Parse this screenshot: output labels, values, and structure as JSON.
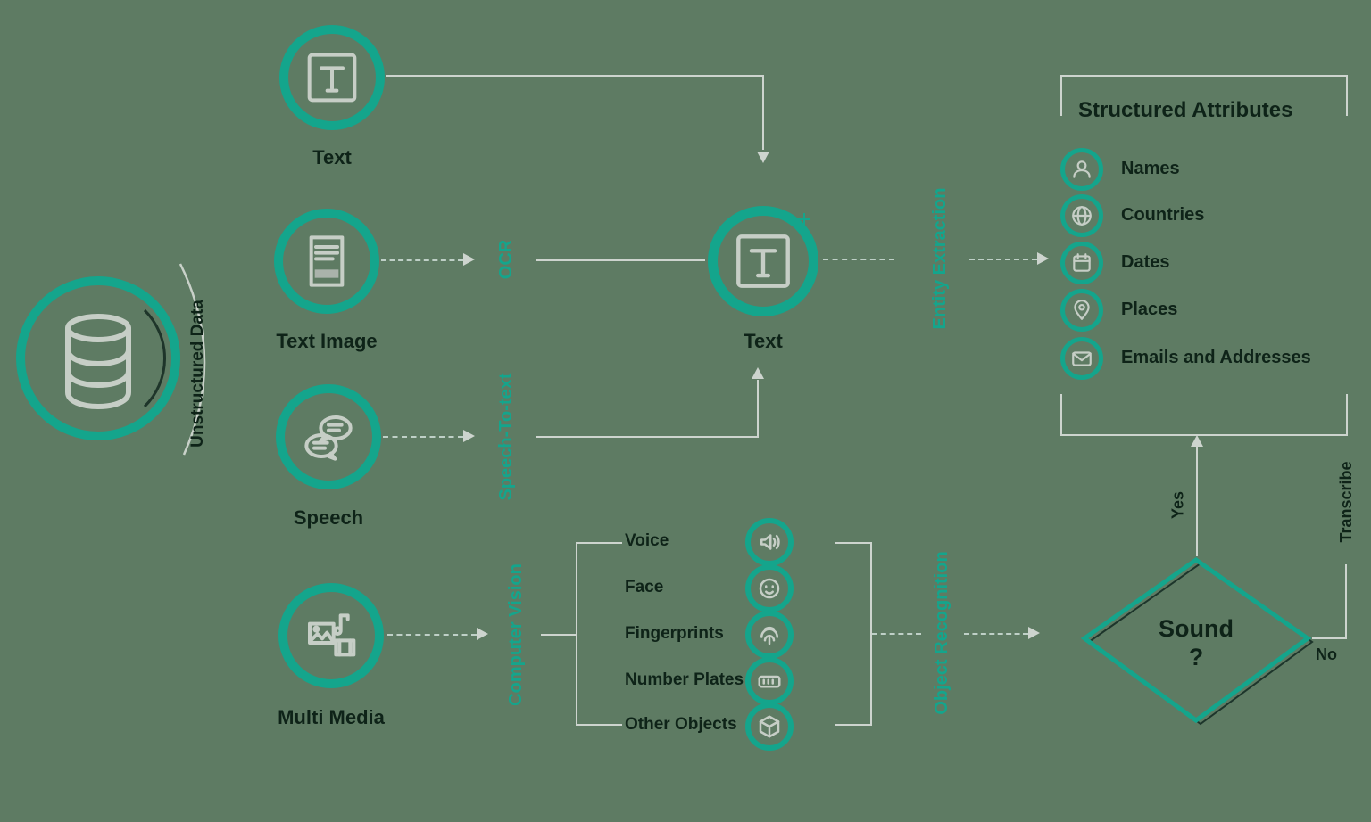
{
  "colors": {
    "background": "#5e7b63",
    "accent_teal": "#14a58c",
    "text_dark": "#0e2318",
    "line_gray": "#cdd4ce",
    "glyph_gray": "#c6cec6"
  },
  "source": {
    "label": "Unstructured Data",
    "icon": "database-icon"
  },
  "inputs": [
    {
      "label": "Text",
      "icon": "text-icon"
    },
    {
      "label": "Text Image",
      "icon": "text-image-icon"
    },
    {
      "label": "Speech",
      "icon": "speech-icon"
    },
    {
      "label": "Multi Media",
      "icon": "multimedia-icon"
    }
  ],
  "processes": {
    "ocr": "OCR",
    "speech_to_text": "Speech-To-text",
    "computer_vision": "Computer Vision",
    "entity_extraction": "Entity Extraction",
    "object_recognition": "Object Recognition"
  },
  "text_node": {
    "label": "Text",
    "icon": "text-icon"
  },
  "attributes_panel": {
    "title": "Structured Attributes",
    "items": [
      {
        "label": "Names",
        "icon": "person-icon"
      },
      {
        "label": "Countries",
        "icon": "globe-icon"
      },
      {
        "label": "Dates",
        "icon": "calendar-icon"
      },
      {
        "label": "Places",
        "icon": "map-pin-icon"
      },
      {
        "label": "Emails and Addresses",
        "icon": "envelope-icon"
      }
    ]
  },
  "vision_objects": [
    {
      "label": "Voice",
      "icon": "sound-wave-icon"
    },
    {
      "label": "Face",
      "icon": "face-icon"
    },
    {
      "label": "Fingerprints",
      "icon": "fingerprint-icon"
    },
    {
      "label": "Number Plates",
      "icon": "number-plate-icon"
    },
    {
      "label": "Other Objects",
      "icon": "cube-icon"
    }
  ],
  "decision": {
    "title": "Sound",
    "mark": "?",
    "yes_label": "Yes",
    "no_label": "No",
    "branch_label": "Transcribe"
  }
}
